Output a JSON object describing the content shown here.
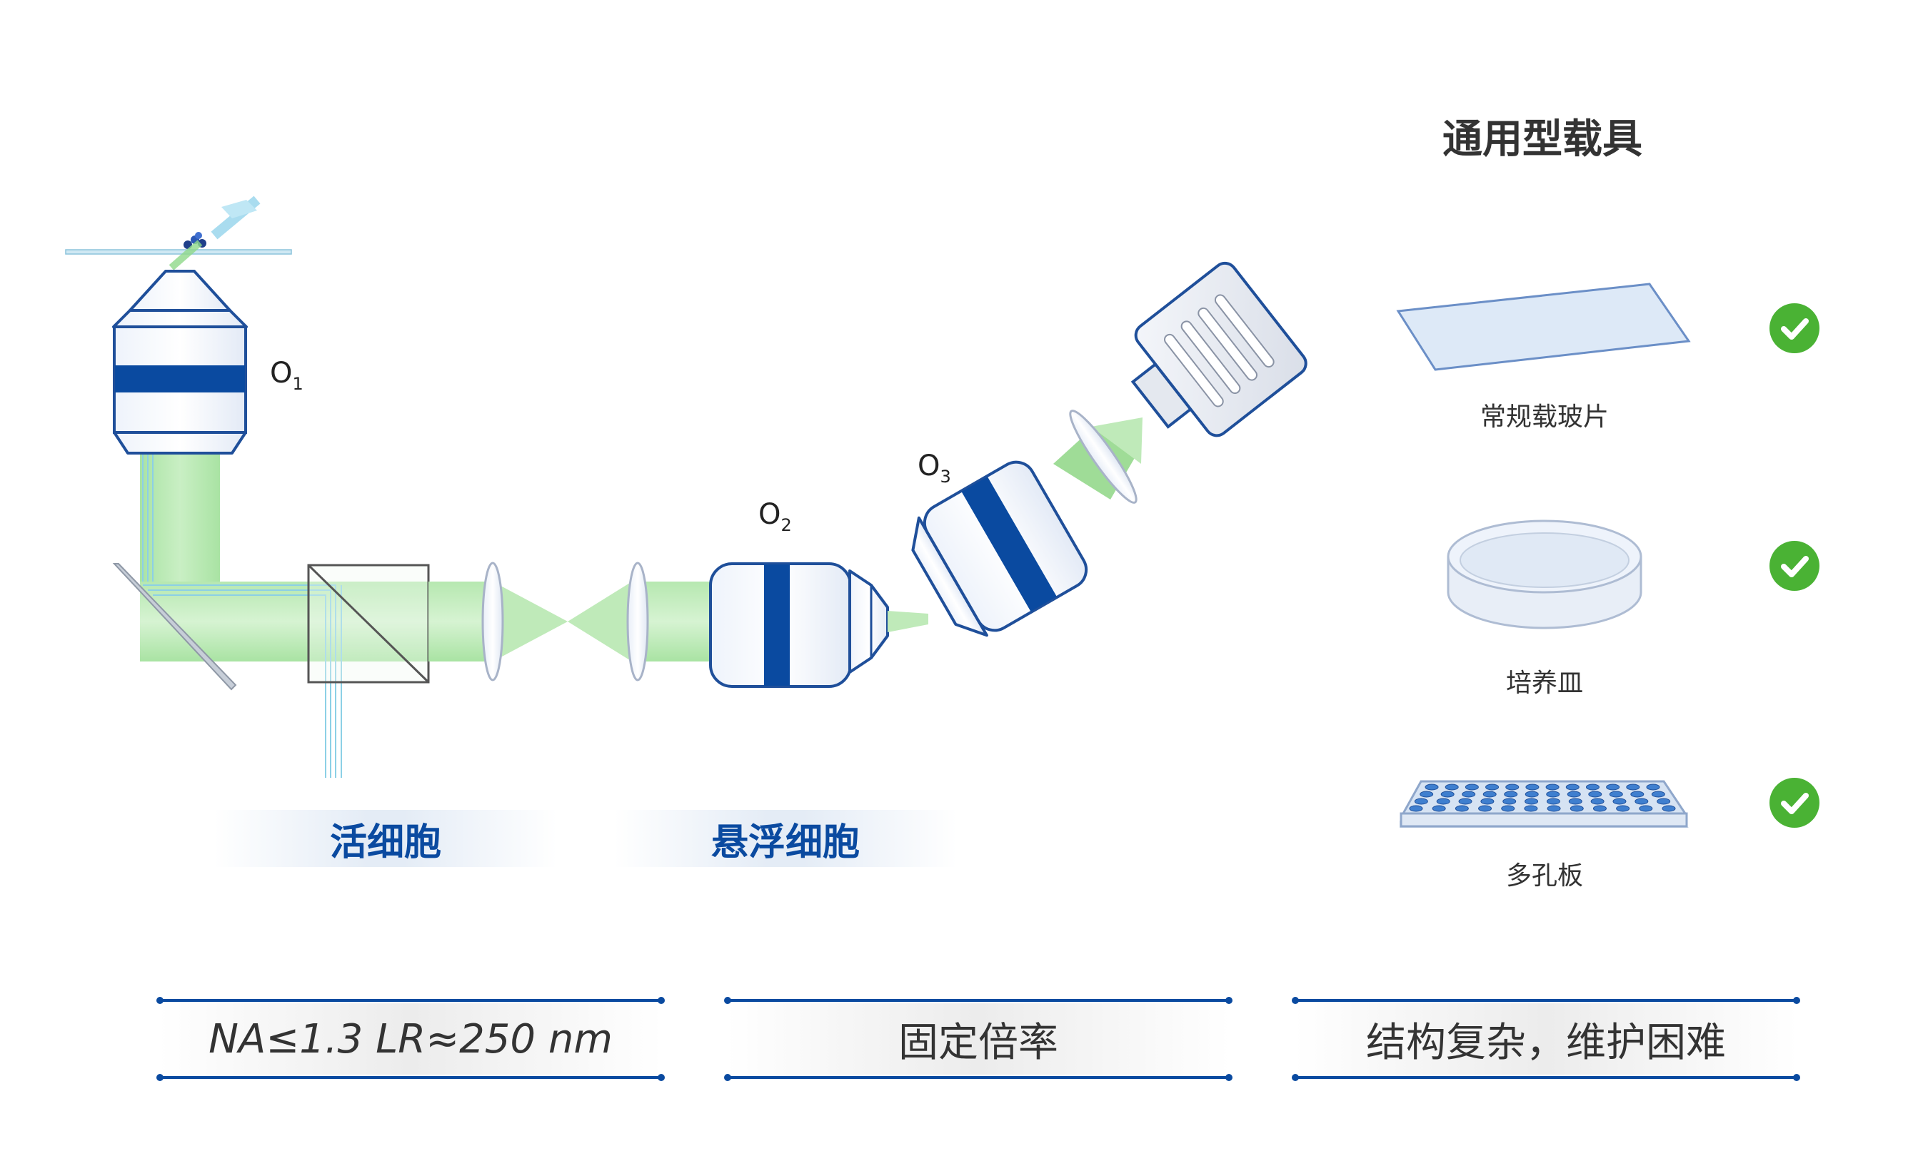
{
  "objectives": [
    {
      "letter": "O",
      "sub": "1"
    },
    {
      "letter": "O",
      "sub": "2"
    },
    {
      "letter": "O",
      "sub": "3"
    }
  ],
  "sample_tags": [
    "活细胞",
    "悬浮细胞"
  ],
  "carriers": {
    "title": "通用型载具",
    "items": [
      {
        "label": "常规载玻片",
        "icon": "slide-icon",
        "supported": true
      },
      {
        "label": "培养皿",
        "icon": "petri-dish-icon",
        "supported": true
      },
      {
        "label": "多孔板",
        "icon": "multiwell-plate-icon",
        "supported": true
      }
    ]
  },
  "specs": [
    "NA≤1.3  LR≈250 nm",
    "固定倍率",
    "结构复杂，维护困难"
  ],
  "colors": {
    "accent_blue": "#0a4aa0",
    "light_green": "#8fd98a",
    "check_green": "#4ab234",
    "objective_outline": "#1f4f9a"
  }
}
